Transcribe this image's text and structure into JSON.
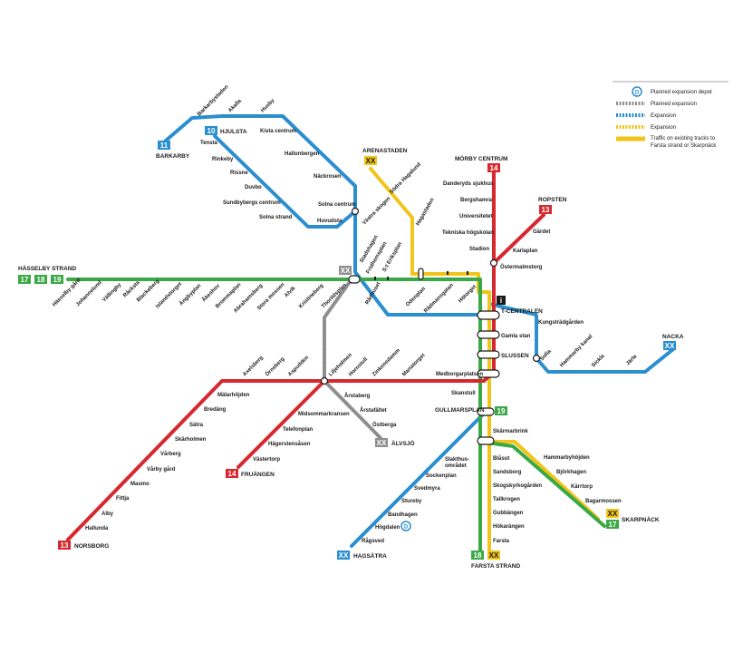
{
  "colors": {
    "green": "#3aa845",
    "red": "#d7282f",
    "blue": "#2a8ecf",
    "yellow": "#f1c419",
    "gray": "#8e8e8e",
    "text": "#1a1a1a"
  },
  "legend": [
    {
      "icon": "depot-icon",
      "label": "Planned expansion depot"
    },
    {
      "icon": "gray-dashed-line",
      "label": "Planned expansion"
    },
    {
      "icon": "blue-dashed-line",
      "label": "Expansion"
    },
    {
      "icon": "yellow-dashed-line",
      "label": "Expansion"
    },
    {
      "icon": "yellow-solid-line",
      "label": "Traffic on existing tracks to",
      "label2": "Farsta strand or Skarpnäck"
    }
  ],
  "depot_letter": "D",
  "info_icon": "i",
  "badges": [
    {
      "id": "b-11",
      "text": "11",
      "color": "blue"
    },
    {
      "id": "b-10",
      "text": "10",
      "color": "blue"
    },
    {
      "id": "b-arena",
      "text": "XX",
      "color": "yellow"
    },
    {
      "id": "b-14m",
      "text": "14",
      "color": "red"
    },
    {
      "id": "b-13r",
      "text": "13",
      "color": "red"
    },
    {
      "id": "b-17h",
      "text": "17",
      "color": "green"
    },
    {
      "id": "b-18h",
      "text": "18",
      "color": "green"
    },
    {
      "id": "b-19h",
      "text": "19",
      "color": "green"
    },
    {
      "id": "b-xxgray",
      "text": "XX",
      "color": "gray"
    },
    {
      "id": "b-19g",
      "text": "19",
      "color": "green"
    },
    {
      "id": "b-nacka",
      "text": "XX",
      "color": "blue"
    },
    {
      "id": "b-xxalv",
      "text": "XX",
      "color": "gray"
    },
    {
      "id": "b-14f",
      "text": "14",
      "color": "red"
    },
    {
      "id": "b-13n",
      "text": "13",
      "color": "red"
    },
    {
      "id": "b-xxhag",
      "text": "XX",
      "color": "blue"
    },
    {
      "id": "b-18f",
      "text": "18",
      "color": "green"
    },
    {
      "id": "b-xxf",
      "text": "XX",
      "color": "yellow"
    },
    {
      "id": "b-xxs",
      "text": "XX",
      "color": "yellow"
    },
    {
      "id": "b-17s",
      "text": "17",
      "color": "green"
    }
  ],
  "terminals": {
    "barkarby": "BARKARBY",
    "hjulsta": "HJULSTA",
    "arenastaden": "ARENASTADEN",
    "morby": "MÖRBY CENTRUM",
    "ropsten": "ROPSTEN",
    "hasselby": "HÄSSELBY STRAND",
    "tcentralen": "T-CENTRALEN",
    "slussen": "SLUSSEN",
    "gullmarsplan": "GULLMARSPLAN",
    "nacka": "NACKA",
    "alvsjo": "ÄLVSJÖ",
    "fruangen": "FRUÄNGEN",
    "norsborg": "NORSBORG",
    "hagsatra": "HAGSÄTRA",
    "farsta": "FARSTA STRAND",
    "skarpnack": "SKARPNÄCK"
  },
  "stations": {
    "barkarbystaden": "Barkarbystaden",
    "akalla": "Akalla",
    "husby": "Husby",
    "kista": "Kista centrum",
    "hallonbergen": "Hallonbergen",
    "nackrosen": "Näckrosen",
    "solna_c": "Solna centrum",
    "vastra_skogen": "Västra skogen",
    "tensta": "Tensta",
    "rinkeby": "Rinkeby",
    "rissne": "Rissne",
    "duvbo": "Duvbo",
    "sundbyberg": "Sundbybergs centrum",
    "solna_strand": "Solna strand",
    "huvudsta": "Huvudsta",
    "sodra_hagalund": "Södra Hagalund",
    "hagastaden": "Hagastaden",
    "danderyd": "Danderyds sjukhus",
    "bergshamra": "Bergshamra",
    "universitetet": "Universitetet",
    "tekniska": "Tekniska högskolan",
    "stadion": "Stadion",
    "ostermalmstorg": "Östermalmstorg",
    "karlaplan": "Karlaplan",
    "gardet": "Gärdet",
    "hasselby_gard": "Hässelby gård",
    "johannelund": "Johannelund",
    "vallingby": "Vällingby",
    "racksta": "Råcksta",
    "blackeberg": "Blackeberg",
    "islandstorget": "Islandstorget",
    "angbyplan": "Ängbyplan",
    "akeshov": "Åkeshov",
    "brommaplan": "Brommaplan",
    "abrahamsberg": "Abrahamsberg",
    "stora_mossen": "Stora mossen",
    "alvik": "Alvik",
    "kristineberg": "Kristineberg",
    "thorildsplan": "Thorildsplan",
    "stadshagen": "Stadshagen",
    "fridhemsplan": "Fridhemsplan",
    "st_eriksplan": "S:t Eriksplan",
    "odenplan": "Odenplan",
    "radmansgatan": "Rådmansgatan",
    "hotorget": "Hötorget",
    "radhuset": "Rådhuset",
    "kungstradgarden": "Kungsträdgården",
    "gamla_stan": "Gamla stan",
    "sofia": "Sofia",
    "hammarby_kanal": "Hammarby kanal",
    "sickla": "Sickla",
    "jarla": "Järla",
    "axelsberg": "Axelsberg",
    "ornsberg": "Örnsberg",
    "aspudden": "Aspudden",
    "liljeholmen": "Liljeholmen",
    "hornstull": "Hornstull",
    "zinkensdamm": "Zinkensdamm",
    "mariatorget": "Mariatorget",
    "medborgarplatsen": "Medborgarplatsen",
    "skanstull": "Skanstull",
    "malarhojden": "Mälarhöjden",
    "bredang": "Bredäng",
    "satra": "Sätra",
    "skarholmen": "Skärholmen",
    "varberg": "Vårberg",
    "varby_gard": "Vårby gård",
    "masmo": "Masmo",
    "fittja": "Fittja",
    "alby": "Alby",
    "hallunda": "Hallunda",
    "midsommarkransen": "Midsommarkransen",
    "telefonplan": "Telefonplan",
    "hagerstensasen": "Hägerstensåsen",
    "vastertorp": "Västertorp",
    "arstaberg": "Årstaberg",
    "arstafaltet": "Årstafältet",
    "ostberga": "Östberga",
    "skarmarbrink": "Skärmarbrink",
    "slakthus1": "Slakthus-",
    "slakthus2": "området",
    "sockenplan": "Sockenplan",
    "svedmyra": "Svedmyra",
    "stureby": "Stureby",
    "bandhagen": "Bandhagen",
    "hogdalen": "Högdalen",
    "ragsved": "Rågsved",
    "blasut": "Blåsut",
    "sandsborg": "Sandsborg",
    "skogskyrkogarden": "Skogskyrkogården",
    "tallkrogen": "Tallkrogen",
    "gubbangen": "Gubbängen",
    "hokarangen": "Hökarängen",
    "farsta": "Farsta",
    "hammarbyhojden": "Hammarbyhöjden",
    "bjorkhagen": "Björkhagen",
    "karrtorp": "Kärrtorp",
    "bagarmossen": "Bagarmossen"
  }
}
